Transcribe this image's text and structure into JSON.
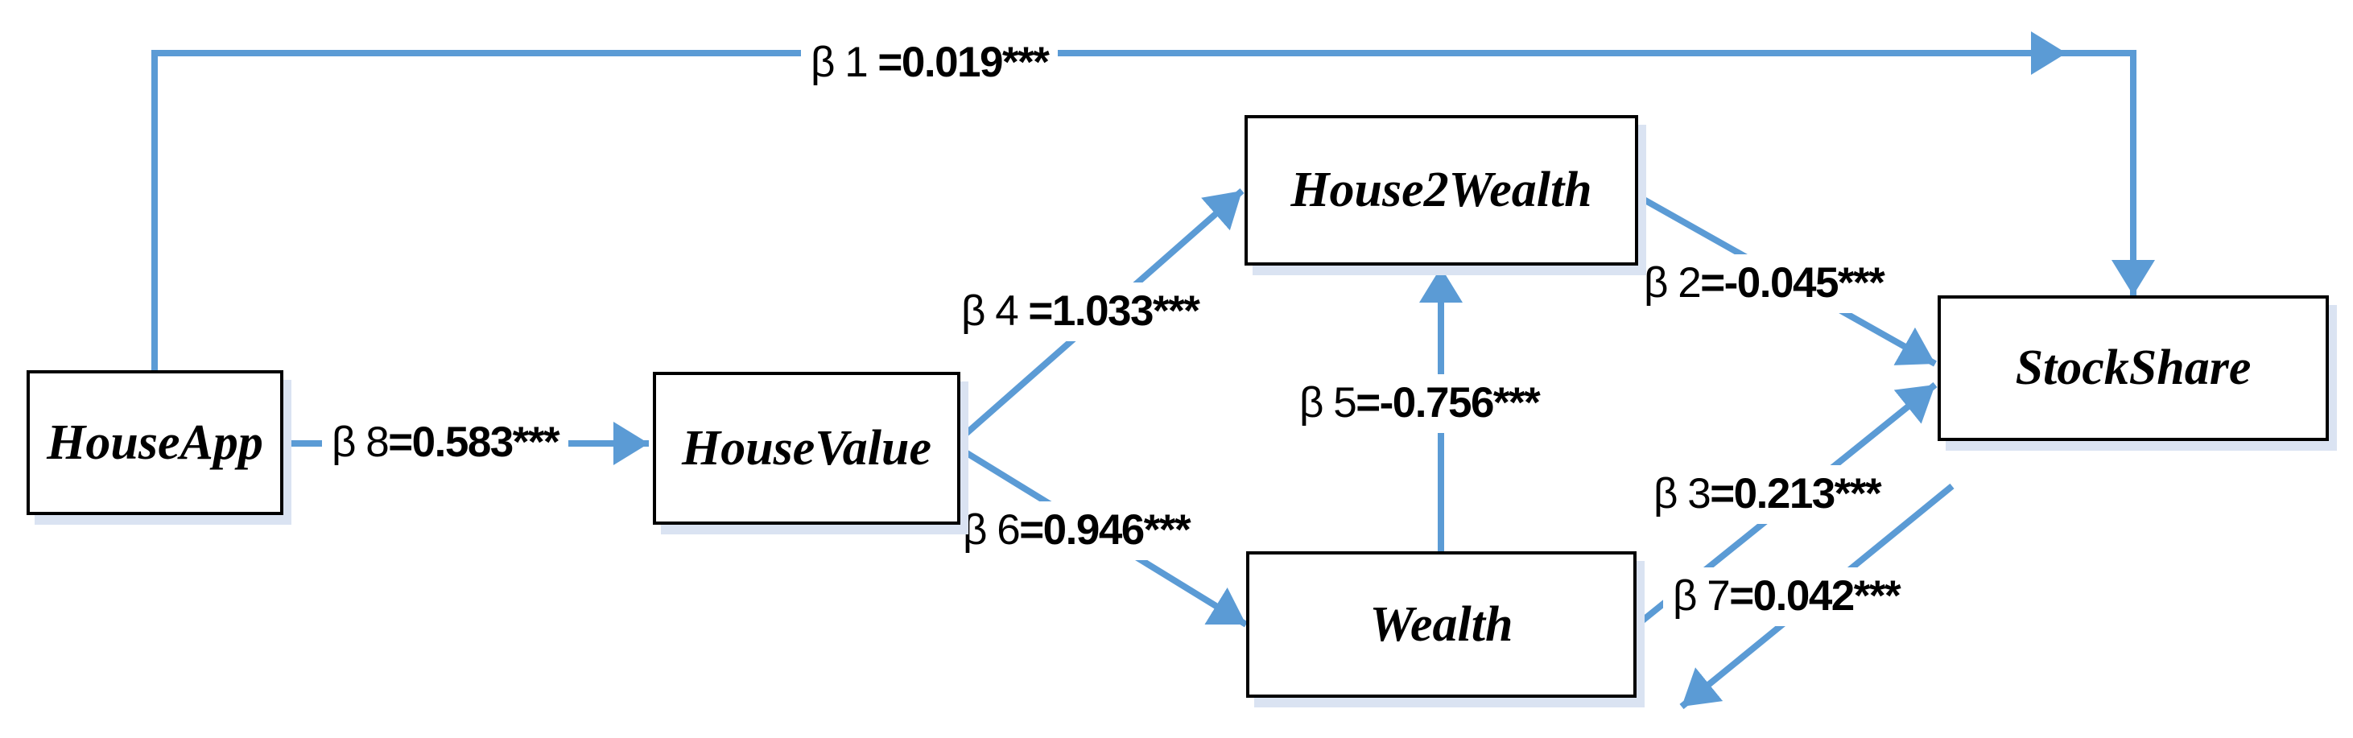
{
  "figure": {
    "type": "path-diagram",
    "colors": {
      "arrow_blue": "#5b9bd5",
      "box_border": "#000000",
      "box_fill": "#ffffff",
      "box_shadow": "#dae3f2",
      "text": "#000000"
    },
    "nodes": [
      {
        "label": "HouseApp"
      },
      {
        "label": "HouseValue"
      },
      {
        "label": "House2Wealth"
      },
      {
        "label": "Wealth"
      },
      {
        "label": "StockShare"
      }
    ],
    "edges": [
      {
        "name": "beta1",
        "from": "HouseApp",
        "to": "StockShare",
        "prefix": "β 1 ",
        "value": "=0.019***"
      },
      {
        "name": "beta2",
        "from": "House2Wealth",
        "to": "StockShare",
        "prefix": "β 2",
        "value": "=-0.045***"
      },
      {
        "name": "beta3",
        "from": "Wealth",
        "to": "StockShare",
        "prefix": "β 3",
        "value": "=0.213***"
      },
      {
        "name": "beta4",
        "from": "HouseValue",
        "to": "House2Wealth",
        "prefix": "β 4 ",
        "value": "=1.033***"
      },
      {
        "name": "beta5",
        "from": "Wealth",
        "to": "House2Wealth",
        "prefix": "β 5",
        "value": "=-0.756***"
      },
      {
        "name": "beta6",
        "from": "HouseValue",
        "to": "Wealth",
        "prefix": "β 6",
        "value": "=0.946***"
      },
      {
        "name": "beta7",
        "from": "StockShare",
        "to": "open-end-below-wealth",
        "prefix": "β 7",
        "value": "=0.042***"
      },
      {
        "name": "beta8",
        "from": "HouseApp",
        "to": "HouseValue",
        "prefix": "β 8",
        "value": "=0.583***"
      }
    ]
  }
}
